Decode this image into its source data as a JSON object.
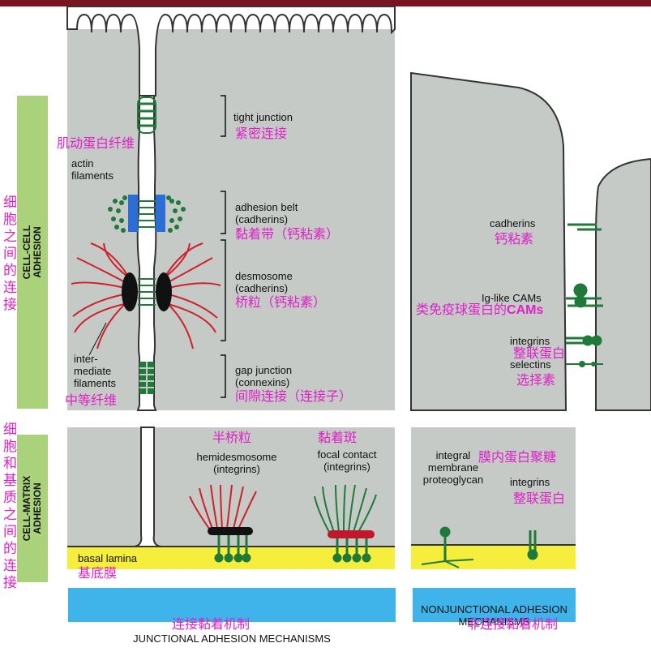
{
  "colors": {
    "cell": "#c5cac7",
    "cell_outline": "#333333",
    "basal_lamina": "#f6ee3c",
    "sidebar_green": "#a9d27b",
    "banner_blue": "#3eb4ea",
    "chinese_label": "#e020c8",
    "actin_green": "#1f7a3a",
    "cadherin_blue": "#2b6fd6",
    "keratin_red": "#d0202a",
    "plaque_black": "#111111",
    "focal_red": "#c0182a"
  },
  "side_labels": {
    "cell_cell": "CELL-CELL\nADHESION",
    "cell_matrix": "CELL-MATRIX\nADHESION",
    "cell_cell_zh": "细胞之间的连接",
    "cell_matrix_zh": "细胞和基质之间的连接"
  },
  "junctions": {
    "actin_filaments": "actin\nfilaments",
    "actin_filaments_zh": "肌动蛋白纤维",
    "tight_junction": "tight junction",
    "tight_junction_zh": "紧密连接",
    "adhesion_belt": "adhesion belt\n(cadherins)",
    "adhesion_belt_zh": "黏着带（钙粘素）",
    "desmosome": "desmosome\n(cadherins)",
    "desmosome_zh": "桥粒（钙粘素）",
    "gap_junction": "gap junction\n(connexins)",
    "gap_junction_zh": "间隙连接（连接子）",
    "intermediate_filaments": "inter-\nmediate\nfilaments",
    "intermediate_filaments_zh": "中等纤维"
  },
  "nonjunctional": {
    "cadherins": "cadherins",
    "cadherins_zh": "钙粘素",
    "ig_cams": "Ig-like CAMs",
    "ig_cams_zh_prefix": "类免疫球蛋白的",
    "ig_cams_zh_suffix": "CAMs",
    "integrins": "integrins",
    "integrins_zh": "整联蛋白",
    "selectins": "selectins",
    "selectins_zh": "选择素"
  },
  "matrix": {
    "hemidesmosome": "hemidesmosome\n(integrins)",
    "hemidesmosome_zh": "半桥粒",
    "focal_contact": "focal contact\n(integrins)",
    "focal_contact_zh": "黏着斑",
    "proteoglycan": "integral\nmembrane\nproteoglycan",
    "proteoglycan_zh": "膜内蛋白聚糖",
    "integrins": "integrins",
    "integrins_zh": "整联蛋白",
    "basal_lamina": "basal lamina",
    "basal_lamina_zh": "基底膜"
  },
  "banners": {
    "junctional": "JUNCTIONAL ADHESION MECHANISMS",
    "junctional_zh": "连接黏着机制",
    "nonjunctional": "NONJUNCTIONAL ADHESION\nMECHANISMS",
    "nonjunctional_zh": "非连接黏着机制"
  }
}
